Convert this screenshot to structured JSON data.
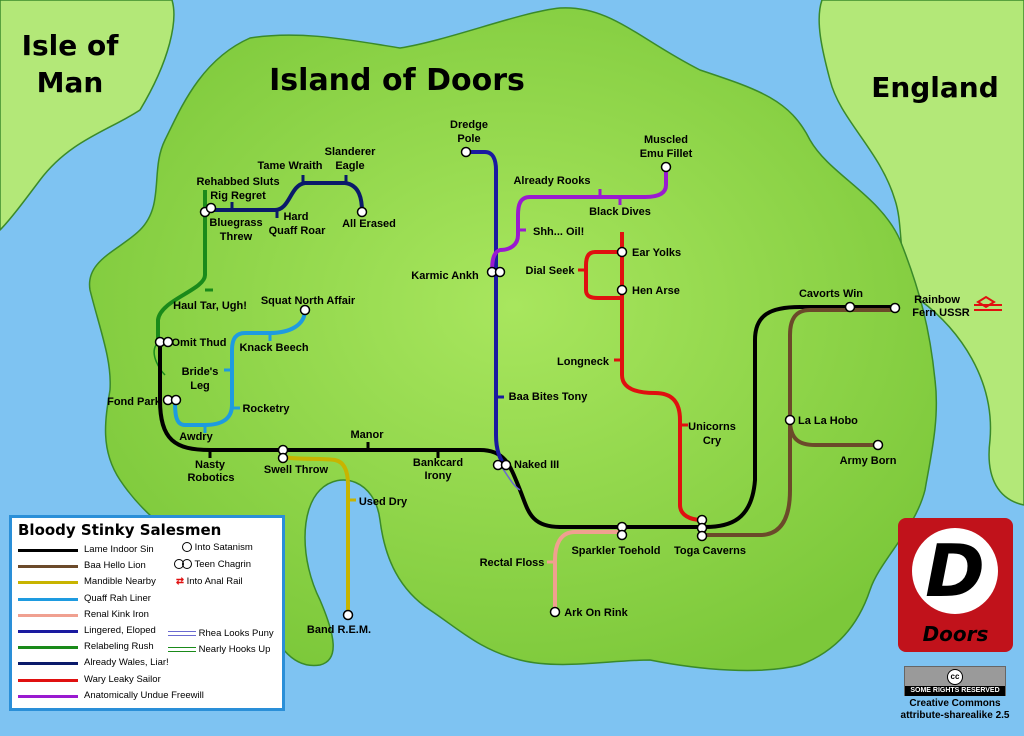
{
  "title": "Island of Doors",
  "regions": {
    "isle_of_man": "Isle of\nMan",
    "isle_line1": "Isle of",
    "isle_line2": "Man",
    "england": "England"
  },
  "stations": {
    "rehabbed_sluts": "Rehabbed Sluts",
    "rig_regret": "Rig Regret",
    "tame_wraith": "Tame Wraith",
    "slanderer": "Slanderer",
    "eagle": "Eagle",
    "bluegrass": "Bluegrass",
    "threw": "Threw",
    "hard": "Hard",
    "quaff_roar": "Quaff Roar",
    "all_erased": "All  Erased",
    "dredge": "Dredge",
    "pole": "Pole",
    "muscled": "Muscled",
    "emu_fillet": "Emu Fillet",
    "already_rooks": "Already Rooks",
    "black_dives": "Black Dives",
    "shh_oil": "Shh... Oil!",
    "karmic_ankh": "Karmic Ankh",
    "ear_yolks": "Ear Yolks",
    "dial_seek": "Dial Seek",
    "hen_arse": "Hen Arse",
    "longneck": "Longneck",
    "baa_bites_tony": "Baa Bites Tony",
    "unicorns": "Unicorns",
    "cry": "Cry",
    "haul_tar": "Haul Tar, Ugh!",
    "squat_north_affair": "Squat North Affair",
    "omit_thud": "Omit Thud",
    "knack_beech": "Knack Beech",
    "brides": "Bride's",
    "leg": "Leg",
    "fond_park": "Fond Park",
    "rocketry": "Rocketry",
    "awdry": "Awdry",
    "manor": "Manor",
    "nasty": "Nasty",
    "robotics": "Robotics",
    "swell_throw": "Swell Throw",
    "bankcard": "Bankcard",
    "irony": "Irony",
    "naked_iii": "Naked III",
    "used_dry": "Used Dry",
    "band_rem": "Band R.E.M.",
    "rectal_floss": "Rectal Floss",
    "sparkler_toehold": "Sparkler Toehold",
    "toga_caverns": "Toga Caverns",
    "ark_on_rink": "Ark On Rink",
    "cavorts_win": "Cavorts Win",
    "rainbow": "Rainbow",
    "fern_ussr": "Fern USSR",
    "la_la_hobo": "La La Hobo",
    "army_born": "Army Born"
  },
  "legend": {
    "title": "Bloody Stinky Salesmen",
    "lines": [
      {
        "label": "Lame Indoor Sin",
        "color": "#000000"
      },
      {
        "label": "Baa Hello Lion",
        "color": "#6b4a2a"
      },
      {
        "label": "Mandible Nearby",
        "color": "#c8b400"
      },
      {
        "label": "Quaff Rah Liner",
        "color": "#1e9be0"
      },
      {
        "label": "Renal Kink Iron",
        "color": "#f0a090"
      },
      {
        "label": "Lingered, Eloped",
        "color": "#1a1aa0"
      },
      {
        "label": "Relabeling Rush",
        "color": "#1a8a1a"
      },
      {
        "label": "Already Wales, Liar!",
        "color": "#0a1a6a"
      },
      {
        "label": "Wary Leaky Sailor",
        "color": "#e01010"
      },
      {
        "label": "Anatomically Undue Freewill",
        "color": "#9a1ad0"
      }
    ],
    "symbols": {
      "into_satanism": "Into Satanism",
      "teen_chagrin": "Teen Chagrin",
      "into_anal_rail": "Into Anal Rail",
      "rhea_looks_puny": "Rhea Looks Puny",
      "nearly_hooks_up": "Nearly Hooks Up"
    }
  },
  "logo": {
    "letter": "D",
    "text": "Doors"
  },
  "license": {
    "band": "SOME RIGHTS RESERVED",
    "line1": "Creative Commons",
    "line2": "attribute-sharealike 2.5",
    "icon": "cc"
  },
  "colors": {
    "sea": "#7ec3f2",
    "land": "#9ee05a",
    "land_light": "#b5ea7a",
    "coast": "#2e8a2e"
  }
}
